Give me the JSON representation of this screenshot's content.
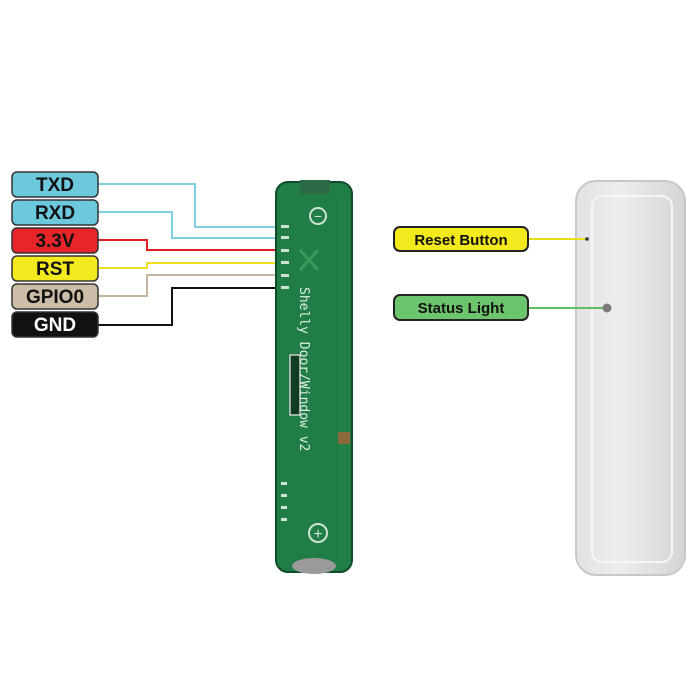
{
  "pins": [
    {
      "label": "TXD",
      "fill": "#6cc8dc",
      "text": "#111111",
      "wire": "#7fcfe0"
    },
    {
      "label": "RXD",
      "fill": "#6cc8dc",
      "text": "#111111",
      "wire": "#7fcfe0"
    },
    {
      "label": "3.3V",
      "fill": "#e8262a",
      "text": "#111111",
      "wire": "#e02020"
    },
    {
      "label": "RST",
      "fill": "#f2ea1c",
      "text": "#111111",
      "wire": "#eee020"
    },
    {
      "label": "GPIO0",
      "fill": "#cdbca6",
      "text": "#111111",
      "wire": "#c8b49c"
    },
    {
      "label": "GND",
      "fill": "#111111",
      "text": "#ffffff",
      "wire": "#111111"
    }
  ],
  "pcb": {
    "label": "Shelly Door/Window v2",
    "minus": "−",
    "plus": "+",
    "color": "#1f7d45"
  },
  "callouts": {
    "reset": {
      "label": "Reset Button",
      "fill": "#f2ea1c"
    },
    "status": {
      "label": "Status Light",
      "fill": "#6cc46c"
    }
  }
}
